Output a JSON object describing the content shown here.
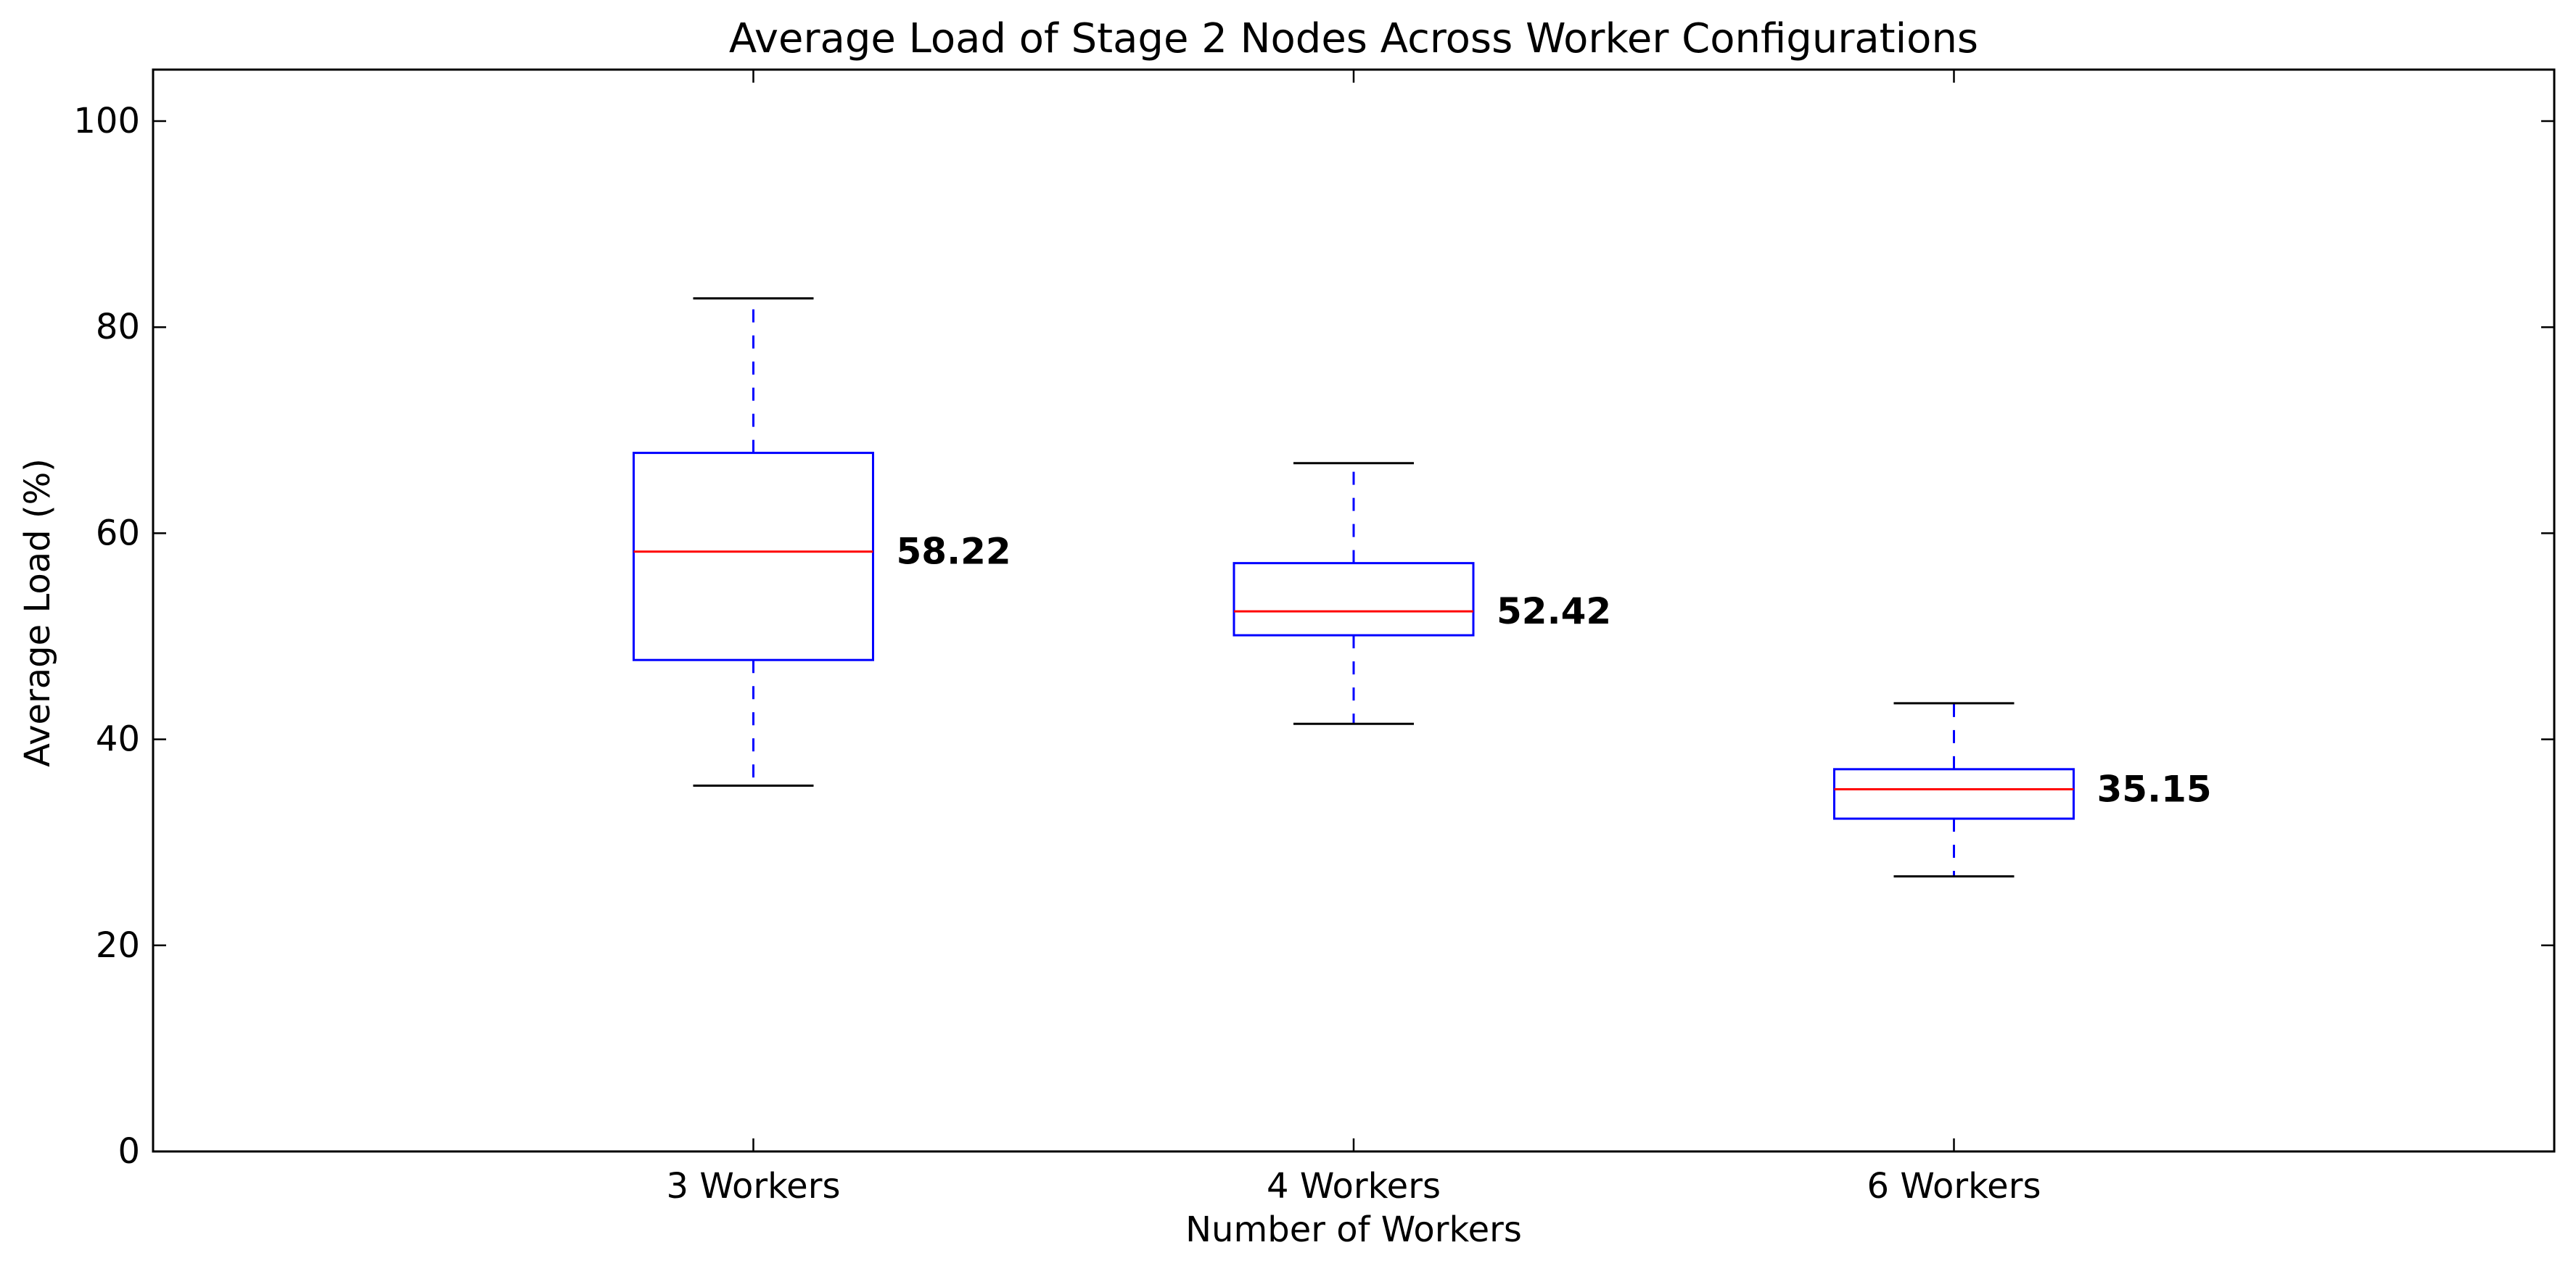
{
  "chart_data": {
    "type": "box",
    "title": "Average Load of Stage 2 Nodes Across Worker Configurations",
    "xlabel": "Number of Workers",
    "ylabel": "Average Load (%)",
    "ylim": [
      0,
      105
    ],
    "yticks": [
      0,
      20,
      40,
      60,
      80,
      100
    ],
    "grid": false,
    "categories": [
      "3 Workers",
      "4 Workers",
      "6 Workers"
    ],
    "boxes": [
      {
        "category": "3 Workers",
        "whisker_low": 35.5,
        "q1": 47.7,
        "median": 58.22,
        "q3": 67.8,
        "whisker_high": 82.8,
        "median_label": "58.22"
      },
      {
        "category": "4 Workers",
        "whisker_low": 41.5,
        "q1": 50.1,
        "median": 52.42,
        "q3": 57.1,
        "whisker_high": 66.8,
        "median_label": "52.42"
      },
      {
        "category": "6 Workers",
        "whisker_low": 26.7,
        "q1": 32.3,
        "median": 35.15,
        "q3": 37.1,
        "whisker_high": 43.5,
        "median_label": "35.15"
      }
    ],
    "colors": {
      "box": "#0000ff",
      "median": "#ff0000",
      "whisker": "#0000ff",
      "cap": "#000000",
      "axes": "#000000"
    }
  }
}
